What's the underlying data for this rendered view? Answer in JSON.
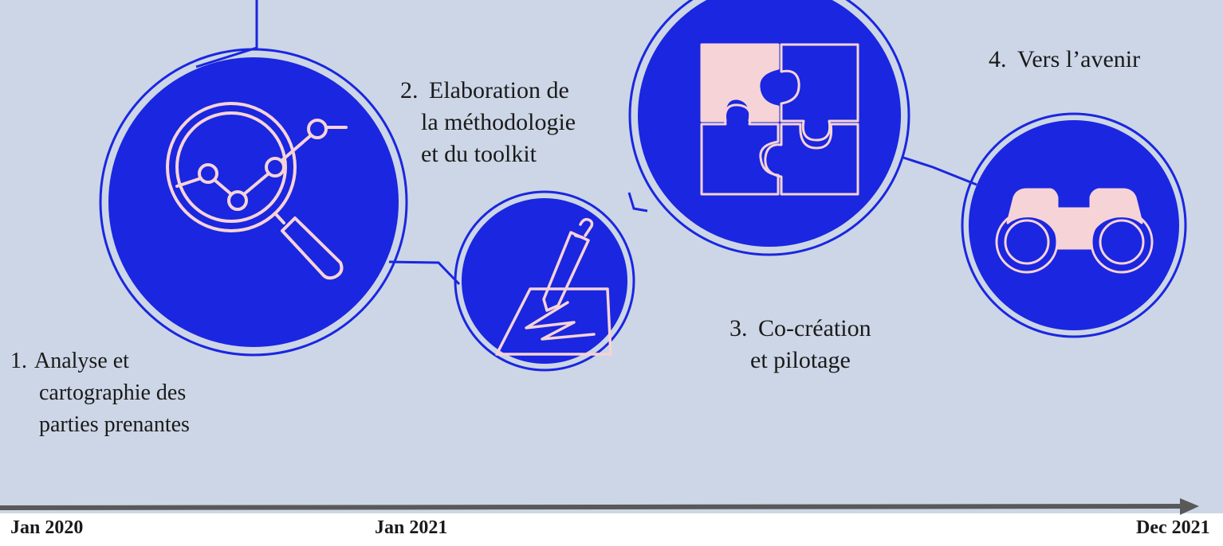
{
  "colors": {
    "panel": "#ccd6e6",
    "circle_fill": "#1a26e0",
    "circle_stroke": "#1a26e0",
    "icon_line": "#f6d3d6",
    "icon_fill": "#f6d3d6",
    "axis": "#595959",
    "text": "#1a1a1a"
  },
  "steps": [
    {
      "number": "1.",
      "lines": [
        "Analyse et",
        "cartographie des",
        "parties prenantes"
      ],
      "icon": "magnifier-chart-icon"
    },
    {
      "number": "2.",
      "lines": [
        "Elaboration de",
        "la méthodologie",
        "et du toolkit"
      ],
      "icon": "pen-paper-icon"
    },
    {
      "number": "3.",
      "lines": [
        "Co-création",
        "et pilotage"
      ],
      "icon": "puzzle-icon"
    },
    {
      "number": "4.",
      "lines": [
        "Vers l’avenir"
      ],
      "icon": "binoculars-icon"
    }
  ],
  "timeline": {
    "start": "Jan 2020",
    "middle": "Jan 2021",
    "end": "Dec 2021"
  }
}
